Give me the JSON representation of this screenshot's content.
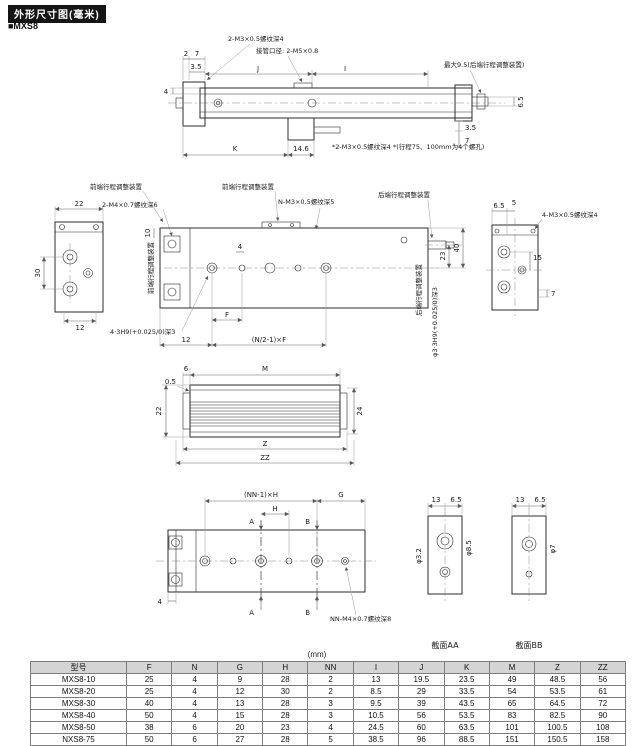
{
  "page": {
    "title": "外形尺寸图(毫米)",
    "model": "■MXS8"
  },
  "d1": {
    "thread_top": "2-M3×0.5螺纹深4",
    "port_label": "接管口径: 2-M5×0.8",
    "max_note": "最大9.5(后端行程调整装置)",
    "dim_2": "2",
    "dim_7": "7",
    "dim_35": "3.5",
    "dim_4": "4",
    "dim_J": "J",
    "dim_I": "I",
    "dim_65": "6.5",
    "dim_35b": "3.5",
    "dim_7b": "7",
    "dim_K": "K",
    "dim_146": "14.6",
    "bottom_note": "*2-M3×0.5螺纹深4 *(行程75、100mm为4个螺孔)"
  },
  "d2": {
    "dim_22": "22",
    "front_adjuster_label": "前端行程调整装置",
    "thread_m4": "2-M4×0.7螺纹深6",
    "front_adjuster_label2": "前端行程调整装置",
    "thread_n": "N-M3×0.5螺纹深5",
    "rear_adjuster_label": "后端行程调整装置",
    "dim_30": "30",
    "dim_12": "12",
    "dim_10": "10",
    "dim_4": "4",
    "dim_23": "23",
    "dim_40": "40",
    "dim_F": "F",
    "dim_12b": "12",
    "pitch_formula": "(N/2-1)×F",
    "hole_label": "4·3H9(+0.025/0)深3",
    "hole_label_side": "φ3·3H9(+0.025/0)深3",
    "left_vert_label": "前端行程调整装置",
    "right_vert_label": "后端行程调整装置",
    "end": {
      "dim_65": "6.5",
      "dim_5": "5",
      "thread": "4-M3×0.5螺纹深4",
      "dim_15": "15",
      "dim_7": "7"
    }
  },
  "d3": {
    "dim_6": "6",
    "dim_M": "M",
    "dim_05": "0.5",
    "dim_22": "22",
    "dim_24": "24",
    "dim_Z": "Z",
    "dim_ZZ": "ZZ"
  },
  "d4": {
    "span_formula": "(NN-1)×H",
    "dim_G": "G",
    "dim_H": "H",
    "sec_A_top": "A",
    "sec_B_top": "B",
    "sec_A_bot": "A",
    "sec_B_bot": "B",
    "dim_4": "4",
    "thread": "NN-M4×0.7螺纹深8",
    "aa": {
      "dim_13": "13",
      "dim_65": "6.5",
      "dia_small": "φ3.2",
      "dia_large": "φ8.5",
      "caption": "截面AA"
    },
    "bb": {
      "dim_13": "13",
      "dim_65": "6.5",
      "dia": "φ7",
      "caption": "截面BB"
    }
  },
  "table": {
    "unit_note": "(mm)",
    "headers": [
      "型号",
      "F",
      "N",
      "G",
      "H",
      "NN",
      "I",
      "J",
      "K",
      "M",
      "Z",
      "ZZ"
    ],
    "rows": [
      [
        "MXS8-10",
        "25",
        "4",
        "9",
        "28",
        "2",
        "13",
        "19.5",
        "23.5",
        "49",
        "48.5",
        "56"
      ],
      [
        "MXS8-20",
        "25",
        "4",
        "12",
        "30",
        "2",
        "8.5",
        "29",
        "33.5",
        "54",
        "53.5",
        "61"
      ],
      [
        "MXS8-30",
        "40",
        "4",
        "13",
        "28",
        "3",
        "9.5",
        "39",
        "43.5",
        "65",
        "64.5",
        "72"
      ],
      [
        "MXS8-40",
        "50",
        "4",
        "15",
        "28",
        "3",
        "10.5",
        "56",
        "53.5",
        "83",
        "82.5",
        "90"
      ],
      [
        "MXS8-50",
        "38",
        "6",
        "20",
        "23",
        "4",
        "24.5",
        "60",
        "63.5",
        "101",
        "100.5",
        "108"
      ],
      [
        "NXS8-75",
        "50",
        "6",
        "27",
        "28",
        "5",
        "38.5",
        "96",
        "88.5",
        "151",
        "150.5",
        "158"
      ]
    ]
  }
}
